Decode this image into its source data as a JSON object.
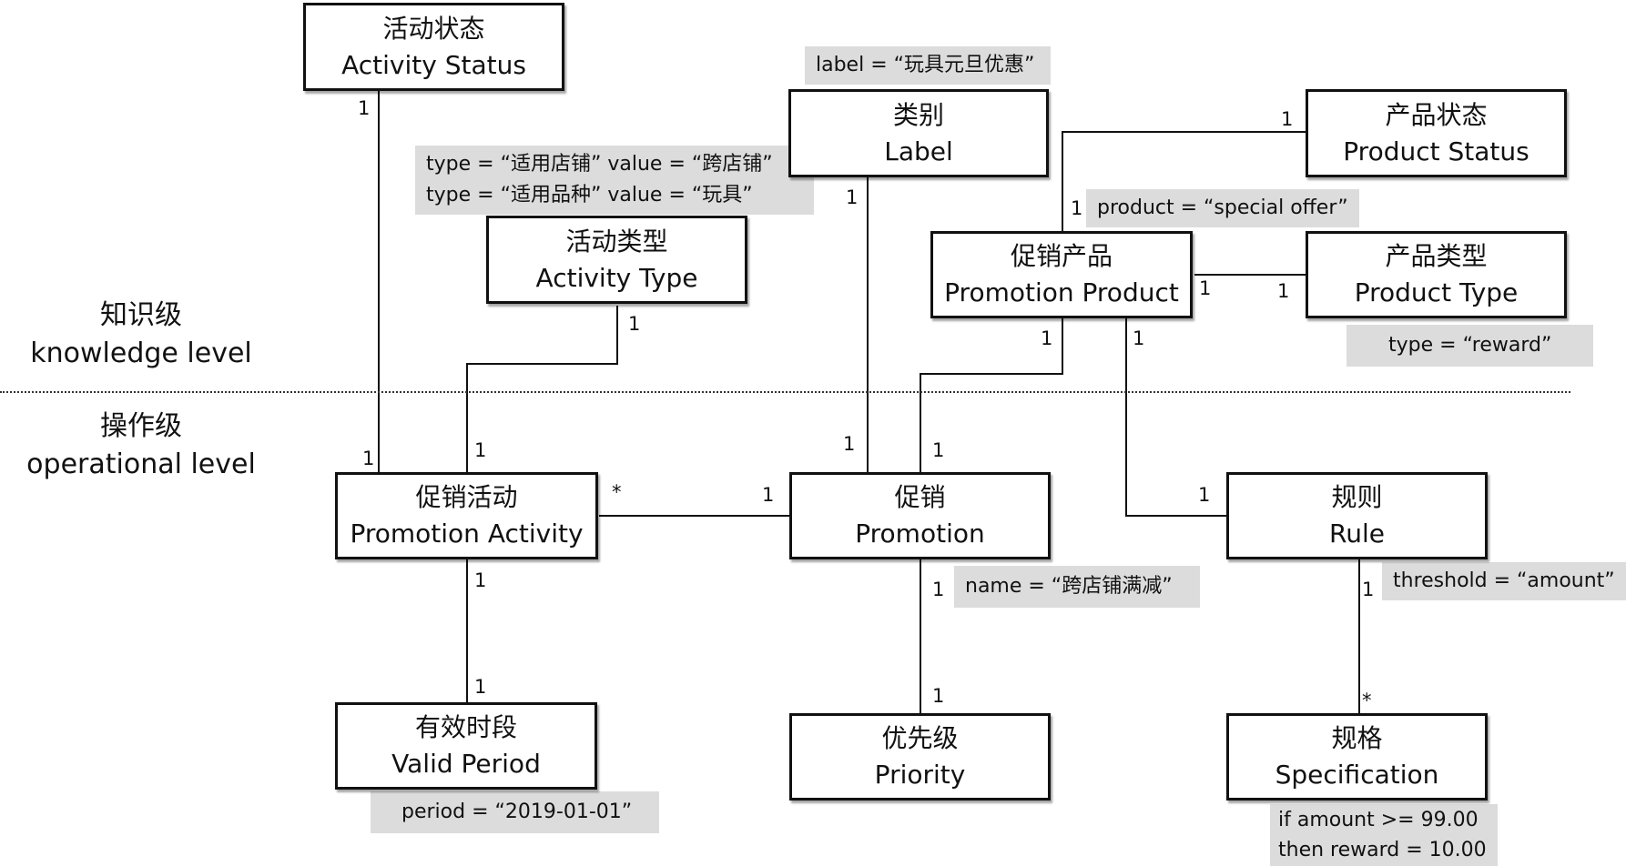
{
  "levels": {
    "knowledge": {
      "cn": "知识级",
      "en": "knowledge level"
    },
    "operational": {
      "cn": "操作级",
      "en": "operational level"
    }
  },
  "boxes": {
    "activity_status": {
      "cn": "活动状态",
      "en": "Activity Status"
    },
    "label": {
      "cn": "类别",
      "en": "Label"
    },
    "product_status": {
      "cn": "产品状态",
      "en": "Product Status"
    },
    "activity_type": {
      "cn": "活动类型",
      "en": "Activity Type"
    },
    "promotion_product": {
      "cn": "促销产品",
      "en": "Promotion Product"
    },
    "product_type": {
      "cn": "产品类型",
      "en": "Product Type"
    },
    "promotion_activity": {
      "cn": "促销活动",
      "en": "Promotion Activity"
    },
    "promotion": {
      "cn": "促销",
      "en": "Promotion"
    },
    "rule": {
      "cn": "规则",
      "en": "Rule"
    },
    "valid_period": {
      "cn": "有效时段",
      "en": "Valid Period"
    },
    "priority": {
      "cn": "优先级",
      "en": "Priority"
    },
    "specification": {
      "cn": "规格",
      "en": "Specification"
    }
  },
  "notes": {
    "label": [
      "label = “玩具元旦优惠”"
    ],
    "activity_type": [
      "type = “适用店铺” value = “跨店铺”",
      "type = “适用品种” value = “玩具”"
    ],
    "promotion_product": [
      "product = “special offer”"
    ],
    "product_type": [
      "type = “reward”"
    ],
    "promotion": [
      "name = “跨店铺满减”"
    ],
    "rule": [
      "threshold = “amount”"
    ],
    "valid_period": [
      "period = “2019-01-01”"
    ],
    "specification": [
      "if amount >= 99.00",
      "then reward = 10.00"
    ]
  },
  "multiplicities": {
    "activity_status_top": "1",
    "activity_status_bottom": "1",
    "label_top": "1",
    "label_bottom": "1",
    "activity_type_top": "1",
    "activity_type_bottom": "1",
    "product_status_pp": "1",
    "product_status_ps": "1",
    "pp_pt_left": "1",
    "pp_pt_right": "1",
    "pp_promo_top": "1",
    "pp_promo_bottom": "1",
    "pp_rule_top": "1",
    "pp_rule_right": "1",
    "pa_promo_left": "*",
    "pa_promo_right": "1",
    "pa_vp_top": "1",
    "pa_vp_bottom": "1",
    "promo_priority_top": "1",
    "promo_priority_bottom": "1",
    "rule_spec_top": "1",
    "rule_spec_bottom": "*"
  }
}
